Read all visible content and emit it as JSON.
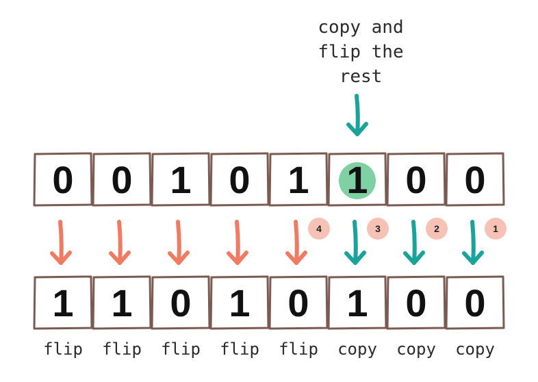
{
  "annotation": {
    "lines": [
      "copy and",
      "flip the",
      "rest"
    ]
  },
  "top_row": {
    "digits": [
      "0",
      "0",
      "1",
      "0",
      "1",
      "1",
      "0",
      "0"
    ],
    "highlighted_index": 5
  },
  "bottom_row": {
    "digits": [
      "1",
      "1",
      "0",
      "1",
      "0",
      "1",
      "0",
      "0"
    ]
  },
  "operations": [
    "flip",
    "flip",
    "flip",
    "flip",
    "flip",
    "copy",
    "copy",
    "copy"
  ],
  "steps": [
    {
      "index": 4,
      "label": "4"
    },
    {
      "index": 5,
      "label": "3"
    },
    {
      "index": 6,
      "label": "2"
    },
    {
      "index": 7,
      "label": "1"
    }
  ],
  "colors": {
    "box_border": "#7b5a52",
    "flip_arrow": "#ef7b63",
    "copy_arrow": "#1aa39a",
    "highlight": "#7fd0a2",
    "badge": "#f6c2b6",
    "text": "#2b2b2b"
  }
}
